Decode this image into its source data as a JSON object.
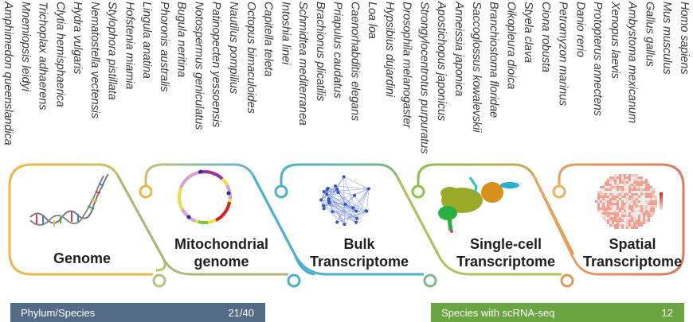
{
  "species": [
    {
      "name": "Amphimedon queenslandica",
      "dot": "#bbbbbb"
    },
    {
      "name": "Mnemiopsis leidyi",
      "dot": "#7a5a3a"
    },
    {
      "name": "Trichoplax adhaerens",
      "dot": "#aaccbb"
    },
    {
      "name": "Clytia hemisphaerica",
      "dot": "#88bbcc"
    },
    {
      "name": "Hydra vulgaris",
      "dot": "#88ccdd"
    },
    {
      "name": "Nematostella vectensis",
      "dot": "#555555"
    },
    {
      "name": "Stylophora pistillata",
      "dot": "#c48a55"
    },
    {
      "name": "Hofstenia miamia",
      "dot": "#222222"
    },
    {
      "name": "Lingula anatina",
      "dot": "#c9b27a"
    },
    {
      "name": "Phoronis australis",
      "dot": "#cccccc"
    },
    {
      "name": "Bugula neritina",
      "dot": "#7a4a20"
    },
    {
      "name": "Notospermus geniculatus",
      "dot": "#222222"
    },
    {
      "name": "Patinopecten yessoensis",
      "dot": "#dddddd"
    },
    {
      "name": "Nautilus pompilius",
      "dot": "#dddddd"
    },
    {
      "name": "Octopus bimaculoides",
      "dot": "#dddddd"
    },
    {
      "name": "Capitella teleta",
      "dot": "#dddddd"
    },
    {
      "name": "Intoshia linei",
      "dot": "#dddddd"
    },
    {
      "name": "Schmidtea mediterranea",
      "dot": "#8a5a2a"
    },
    {
      "name": "Brachionus plicatilis",
      "dot": "#dddddd"
    },
    {
      "name": "Priapulus caudatus",
      "dot": "#dddddd"
    },
    {
      "name": "Caenorhabditis elegans",
      "dot": "#dddddd"
    },
    {
      "name": "Loa loa",
      "dot": "#dddddd"
    },
    {
      "name": "Hypsibius dujardini",
      "dot": "#222222"
    },
    {
      "name": "Drosophila melanogaster",
      "dot": "#dddddd"
    },
    {
      "name": "Strongylocentrotus purpuratus",
      "dot": "#dddddd"
    },
    {
      "name": "Apostichopus japonicus",
      "dot": "#dddddd"
    },
    {
      "name": "Anneissia japonica",
      "dot": "#aa6633"
    },
    {
      "name": "Saccoglossus kowalevskii",
      "dot": "#dddddd"
    },
    {
      "name": "Branchiostoma floridae",
      "dot": "#dddddd"
    },
    {
      "name": "Oikopleura dioica",
      "dot": "#dddddd"
    },
    {
      "name": "Styela clava",
      "dot": "#222222"
    },
    {
      "name": "Ciona robusta",
      "dot": "#e8d070"
    },
    {
      "name": "Petromyzon marinus",
      "dot": "#dddddd"
    },
    {
      "name": "Danio rerio",
      "dot": "#dddddd"
    },
    {
      "name": "Protopterus annectens",
      "dot": "#dddddd"
    },
    {
      "name": "Xenopus laevis",
      "dot": "#dddddd"
    },
    {
      "name": "Ambystoma mexicanum",
      "dot": "#dddddd"
    },
    {
      "name": "Gallus gallus",
      "dot": "#dddddd"
    },
    {
      "name": "Mus musculus",
      "dot": "#dddddd"
    },
    {
      "name": "Homo sapiens",
      "dot": "#dddddd"
    }
  ],
  "pipeline": {
    "stages": [
      {
        "line1": "Genome",
        "line2": "",
        "color": "#e8b84a"
      },
      {
        "line1": "Mitochondrial",
        "line2": "genome",
        "color": "#a6bb7a"
      },
      {
        "line1": "Bulk",
        "line2": "Transcriptome",
        "color": "#4bb0cf"
      },
      {
        "line1": "Single-cell",
        "line2": "Transcriptome",
        "color": "#9cc050"
      },
      {
        "line1": "Spatial",
        "line2": "Transcriptome",
        "color": "#e0906a"
      }
    ]
  },
  "stats": {
    "phylum": {
      "label": "Phylum/Species",
      "value": "21/40",
      "color": "#536b85"
    },
    "scrna": {
      "label": "Species with scRNA-seq",
      "value": "12",
      "color": "#6aa542"
    }
  }
}
